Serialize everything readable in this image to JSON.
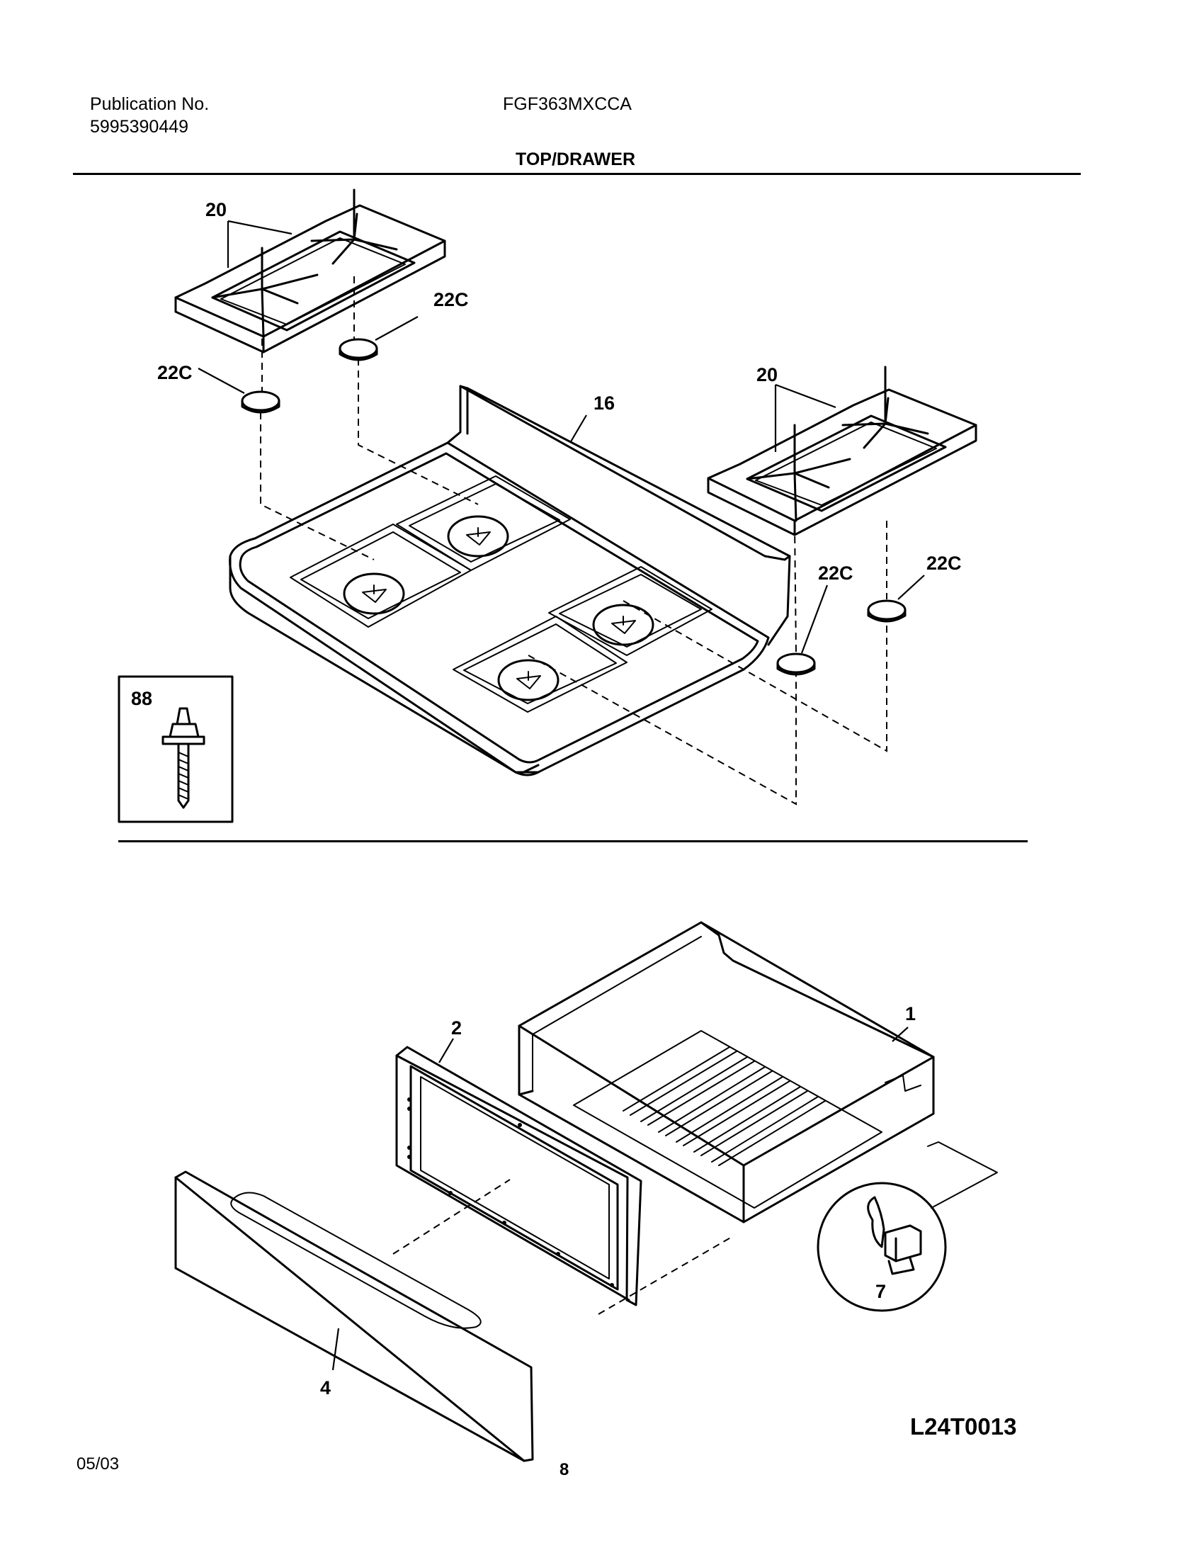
{
  "header": {
    "publication_label": "Publication No.",
    "publication_number": "5995390449",
    "model": "FGF363MXCCA",
    "section_title": "TOP/DRAWER"
  },
  "callouts": {
    "grate_left": "20",
    "grate_right": "20",
    "foot_left_upper": "22C",
    "foot_left_lower": "22C",
    "foot_right_a": "22C",
    "foot_right_b": "22C",
    "cooktop": "16",
    "screw_inset": "88",
    "drawer_body": "1",
    "drawer_front_frame": "2",
    "drawer_panel": "4",
    "drawer_glide": "7"
  },
  "drawing_code": "L24T0013",
  "footer": {
    "date": "05/03",
    "page_number": "8"
  }
}
